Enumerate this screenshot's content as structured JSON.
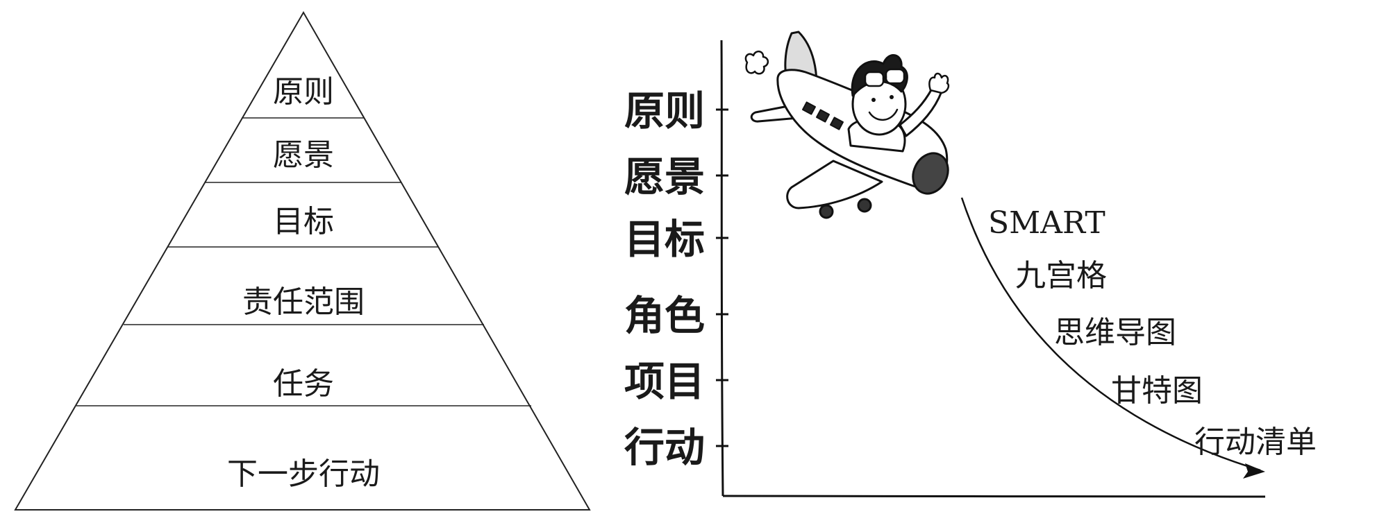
{
  "pyramid": {
    "tiers": [
      {
        "label": "原则"
      },
      {
        "label": "愿景"
      },
      {
        "label": "目标"
      },
      {
        "label": "责任范围"
      },
      {
        "label": "任务"
      },
      {
        "label": "下一步行动"
      }
    ]
  },
  "sketch": {
    "axis_levels": [
      {
        "label": "原则"
      },
      {
        "label": "愿景"
      },
      {
        "label": "目标"
      },
      {
        "label": "角色"
      },
      {
        "label": "项目"
      },
      {
        "label": "行动"
      }
    ],
    "curve_labels": [
      {
        "label": "SMART"
      },
      {
        "label": "九宫格"
      },
      {
        "label": "思维导图"
      },
      {
        "label": "甘特图"
      },
      {
        "label": "行动清单"
      }
    ],
    "illustration": "pilot-in-airplane-illustration"
  }
}
